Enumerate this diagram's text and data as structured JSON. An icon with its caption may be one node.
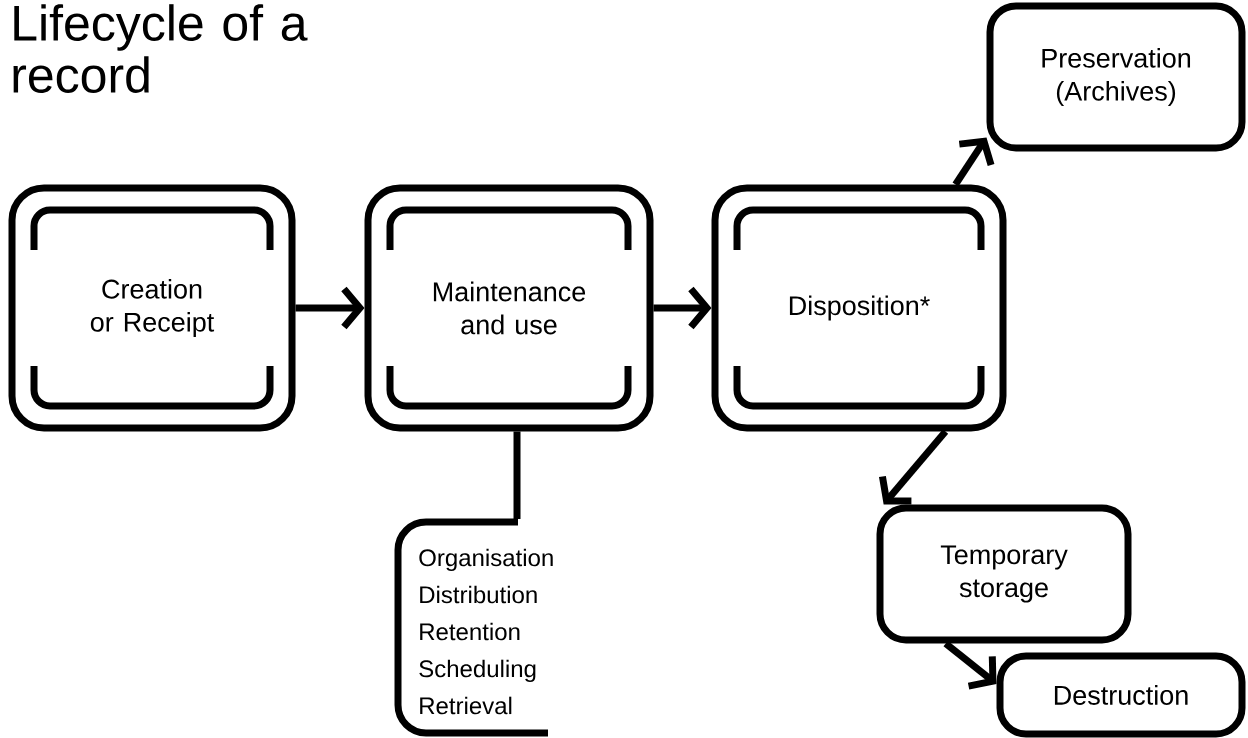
{
  "diagram": {
    "title": "Lifecycle of a record",
    "nodes": [
      {
        "text": [
          "Creation or Receipt"
        ]
      },
      {
        "text": [
          "Maintenance and use"
        ]
      },
      {
        "text": [
          "Disposition*"
        ]
      },
      {
        "text": [
          "Preservation (Archives)"
        ]
      },
      {
        "text": [
          "Temporary storage"
        ]
      },
      {
        "text": [
          "Destruction"
        ]
      },
      {
        "text": [
          "Organisation",
          "Distribution",
          "Retention",
          "Scheduling",
          "Retrieval"
        ]
      }
    ],
    "edges": [
      {
        "from": 0,
        "to": 1,
        "arrow": "to"
      },
      {
        "from": 1,
        "to": 2,
        "arrow": "to"
      },
      {
        "from": 2,
        "to": 3,
        "arrow": "to"
      },
      {
        "from": 2,
        "to": 4,
        "arrow": "to"
      },
      {
        "from": 4,
        "to": 5,
        "arrow": "to"
      },
      {
        "from": 1,
        "to": 6,
        "arrow": "none"
      }
    ]
  }
}
